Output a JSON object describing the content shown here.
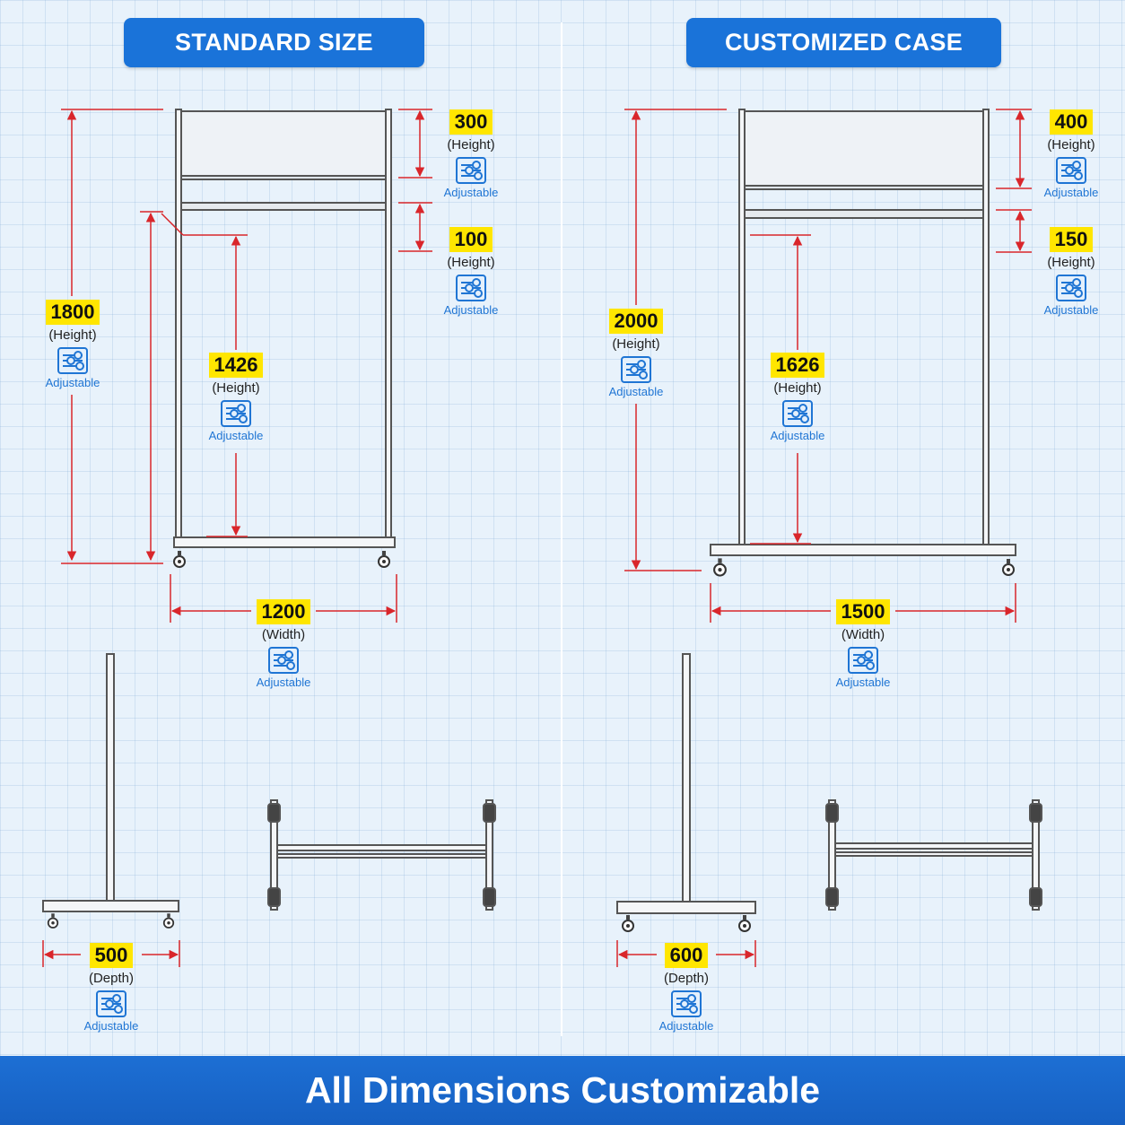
{
  "headers": {
    "standard": "STANDARD SIZE",
    "customized": "CUSTOMIZED CASE"
  },
  "footer": "All Dimensions Customizable",
  "adjust_label": "Adjustable",
  "dims": {
    "std_total_height": {
      "value": "1800",
      "kind": "(Height)"
    },
    "std_top_panel": {
      "value": "300",
      "kind": "(Height)"
    },
    "std_gap": {
      "value": "100",
      "kind": "(Height)"
    },
    "std_inner_height": {
      "value": "1426",
      "kind": "(Height)"
    },
    "std_width": {
      "value": "1200",
      "kind": "(Width)"
    },
    "std_depth": {
      "value": "500",
      "kind": "(Depth)"
    },
    "cus_total_height": {
      "value": "2000",
      "kind": "(Height)"
    },
    "cus_top_panel": {
      "value": "400",
      "kind": "(Height)"
    },
    "cus_gap": {
      "value": "150",
      "kind": "(Height)"
    },
    "cus_inner_height": {
      "value": "1626",
      "kind": "(Height)"
    },
    "cus_width": {
      "value": "1500",
      "kind": "(Width)"
    },
    "cus_depth": {
      "value": "600",
      "kind": "(Depth)"
    }
  },
  "colors": {
    "accent_blue": "#1a73d9",
    "dimension_red": "#d9262b",
    "highlight_yellow": "#ffe600",
    "frame_gray": "#555555"
  },
  "icons": {
    "adjust": "sliders-icon"
  }
}
